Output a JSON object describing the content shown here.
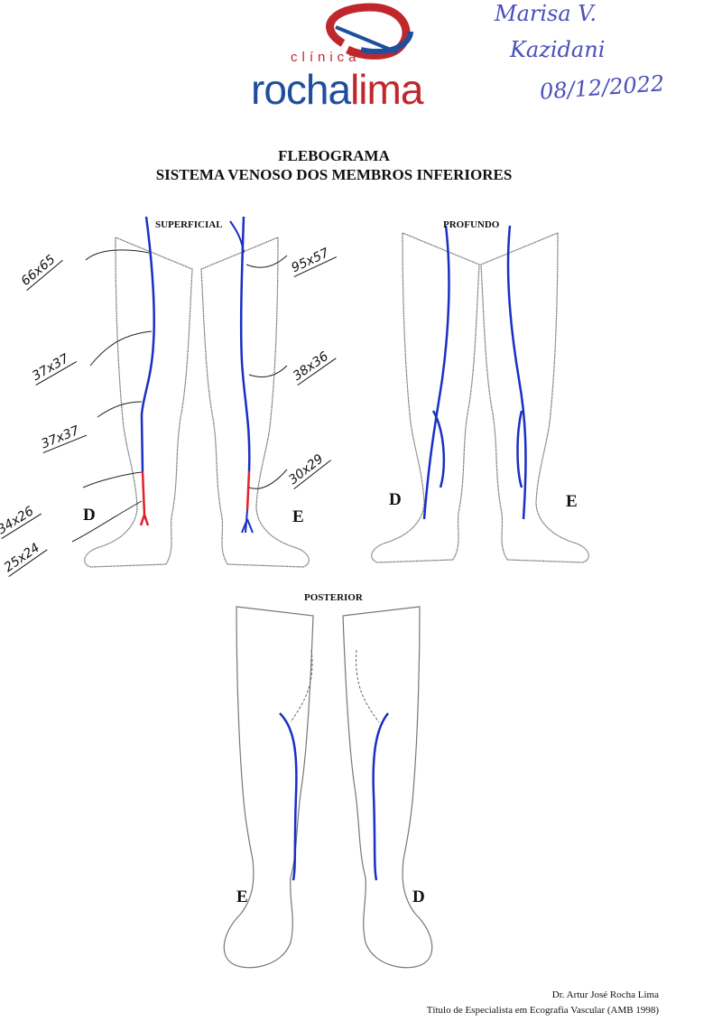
{
  "logo": {
    "small": "clínica",
    "part1": "rocha",
    "part2": "lima",
    "colors": {
      "blue": "#1f4e9c",
      "red": "#c0272d"
    }
  },
  "handwritten": {
    "name_line1": "Marisa V.",
    "name_line2": "Kazidani",
    "date": "08/12/2022"
  },
  "title": {
    "line1": "FLEBOGRAMA",
    "line2": "SISTEMA VENOSO DOS MEMBROS INFERIORES"
  },
  "views": {
    "superficial": {
      "label": "SUPERFICIAL",
      "right": "D",
      "left": "E"
    },
    "profundo": {
      "label": "PROFUNDO",
      "right": "D",
      "left": "E"
    },
    "posterior": {
      "label": "POSTERIOR",
      "left": "E",
      "right": "D"
    }
  },
  "measurements": {
    "right_leg": [
      "66x65",
      "37x37",
      "37x37",
      "34x26",
      "25x24"
    ],
    "left_leg": [
      "95x57",
      "38x36",
      "30x29"
    ]
  },
  "vein_colors": {
    "normal": "#1a2fc4",
    "altered": "#e0202a"
  },
  "footer": {
    "doctor": "Dr. Artur José Rocha Lima",
    "credential": "Título de Especialista em Ecografia Vascular (AMB 1998)"
  }
}
